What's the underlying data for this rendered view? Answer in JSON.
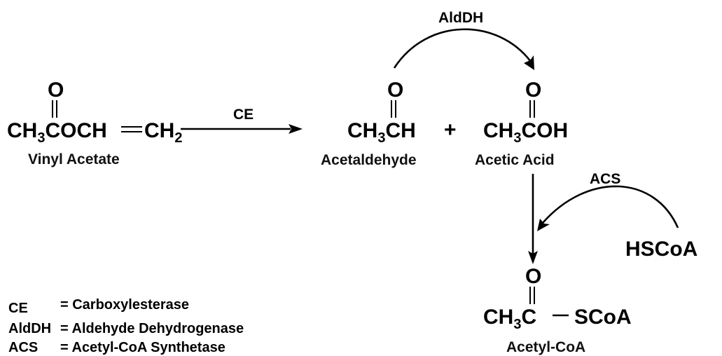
{
  "molecules": {
    "vinyl_acetate": {
      "formula_prefix": "CH",
      "sub3": "3",
      "formula_mid": "COCH",
      "formula_end": "CH",
      "sub2": "2",
      "carbonyl_o": "O",
      "name": "Vinyl Acetate"
    },
    "acetaldehyde": {
      "formula_prefix": "CH",
      "sub3": "3",
      "formula_end": "CH",
      "carbonyl_o": "O",
      "name": "Acetaldehyde"
    },
    "acetic_acid": {
      "formula_prefix": "CH",
      "sub3": "3",
      "formula_end": "COH",
      "carbonyl_o": "O",
      "name": "Acetic Acid"
    },
    "acetyl_coa": {
      "formula_prefix": "CH",
      "sub3": "3",
      "formula_mid": "C",
      "formula_end": "SCoA",
      "carbonyl_o": "O",
      "name": "Acetyl-CoA"
    },
    "hscoa": {
      "formula": "HSCoA"
    }
  },
  "plus_sign": "+",
  "enzymes": {
    "ce": "CE",
    "aldh": "AldDH",
    "acs": "ACS"
  },
  "legend": [
    {
      "abbr": "CE",
      "definition": "= Carboxylesterase"
    },
    {
      "abbr": "AldDH",
      "definition": "= Aldehyde Dehydrogenase"
    },
    {
      "abbr": "ACS",
      "definition": "= Acetyl-CoA Synthetase"
    }
  ]
}
